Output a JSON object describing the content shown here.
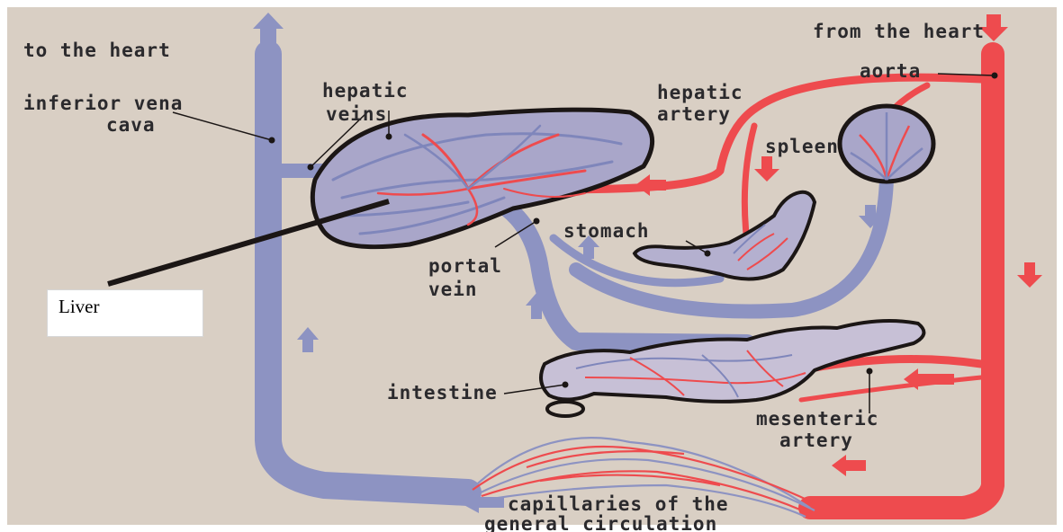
{
  "diagram": {
    "labels": {
      "to_heart": "to the heart",
      "from_heart": "from the heart",
      "ivc_line1": "inferior vena",
      "ivc_line2": "cava",
      "hepatic_veins_line1": "hepatic",
      "hepatic_veins_line2": "veins",
      "aorta": "aorta",
      "hepatic_artery_line1": "hepatic",
      "hepatic_artery_line2": "artery",
      "spleen": "spleen",
      "stomach": "stomach",
      "portal_vein_line1": "portal",
      "portal_vein_line2": "vein",
      "intestine": "intestine",
      "mesenteric_line1": "mesenteric",
      "mesenteric_line2": "artery",
      "capillaries_line1": "capillaries of the",
      "capillaries_line2": "general circulation"
    },
    "liver_callout": "Liver",
    "colors": {
      "background": "#d9cfc4",
      "vein": "#8d93c2",
      "artery": "#ee4b4e",
      "outline": "#1b1615"
    }
  }
}
